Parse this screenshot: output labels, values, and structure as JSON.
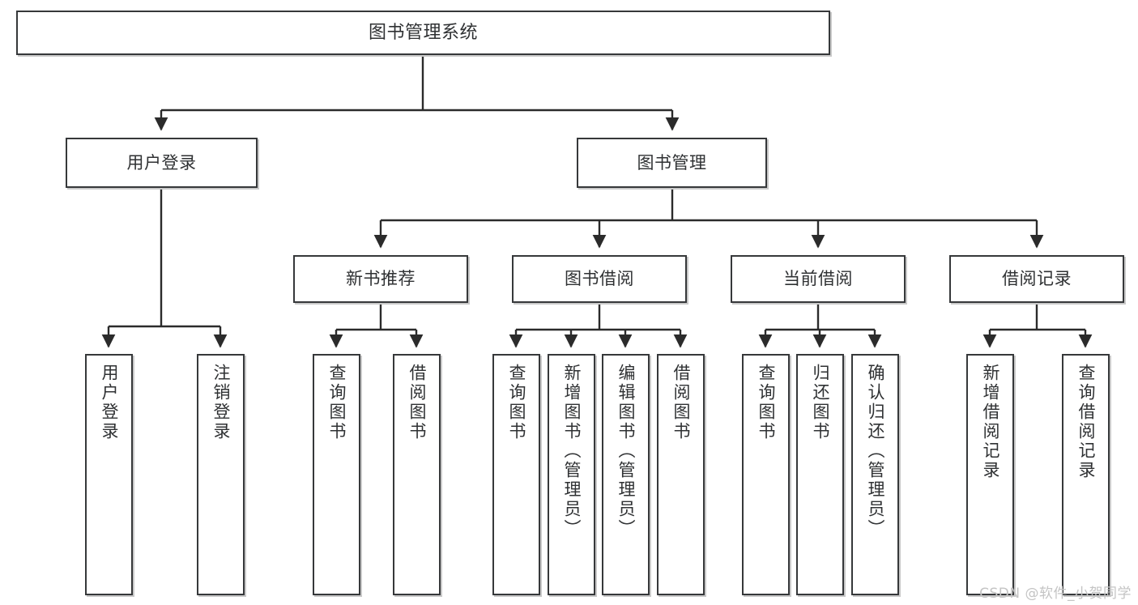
{
  "diagram": {
    "title": "图书管理系统",
    "type": "hierarchy-tree",
    "watermark": "CSDN @软件_小贺同学",
    "colors": {
      "box_border": "#36383a",
      "box_fill": "#ffffff",
      "edge": "#2b2b2b",
      "text": "#2f3133",
      "watermark": "#c4c4c4"
    },
    "nodes": {
      "root": {
        "label": "图书管理系统"
      },
      "tier2": [
        {
          "label": "用户登录"
        },
        {
          "label": "图书管理"
        }
      ],
      "tier3": [
        {
          "label": "新书推荐"
        },
        {
          "label": "图书借阅"
        },
        {
          "label": "当前借阅"
        },
        {
          "label": "借阅记录"
        }
      ],
      "leaves_user_login": [
        {
          "label": "用户登录"
        },
        {
          "label": "注销登录"
        }
      ],
      "leaves_new_book": [
        {
          "label": "查询图书"
        },
        {
          "label": "借阅图书"
        }
      ],
      "leaves_book_borrow": [
        {
          "label": "查询图书"
        },
        {
          "label": "新增图书（管理员）"
        },
        {
          "label": "编辑图书（管理员）"
        },
        {
          "label": "借阅图书"
        }
      ],
      "leaves_current_borrow": [
        {
          "label": "查询图书"
        },
        {
          "label": "归还图书"
        },
        {
          "label": "确认归还（管理员）"
        }
      ],
      "leaves_borrow_record": [
        {
          "label": "新增借阅记录"
        },
        {
          "label": "查询借阅记录"
        }
      ]
    }
  }
}
